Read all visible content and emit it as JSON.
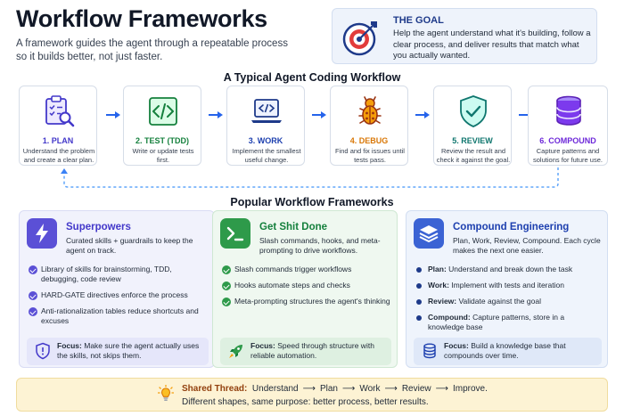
{
  "header": {
    "title": "Workflow Frameworks",
    "subtitle": "A framework guides the agent through a repeatable process so it builds better, not just faster."
  },
  "goal": {
    "icon": "target-icon",
    "title": "THE GOAL",
    "text": "Help the agent understand what it's building, follow a clear process, and deliver results that match what you actually wanted."
  },
  "workflow": {
    "title": "A Typical Agent Coding Workflow",
    "steps": [
      {
        "name": "1. PLAN",
        "desc": "Understand the problem and create a clear plan.",
        "icon": "clipboard-magnifier-icon",
        "color": "#4338ca"
      },
      {
        "name": "2. TEST (TDD)",
        "desc": "Write or update tests first.",
        "icon": "code-tag-icon",
        "color": "#15803d"
      },
      {
        "name": "3. WORK",
        "desc": "Implement the smallest useful change.",
        "icon": "laptop-code-icon",
        "color": "#1e40af"
      },
      {
        "name": "4. DEBUG",
        "desc": "Find and fix issues until tests pass.",
        "icon": "bug-icon",
        "color": "#d97706"
      },
      {
        "name": "5. REVIEW",
        "desc": "Review the result and check it against the goal.",
        "icon": "shield-check-icon",
        "color": "#0f766e"
      },
      {
        "name": "6. COMPOUND",
        "desc": "Capture patterns and solutions for future use.",
        "icon": "database-icon",
        "color": "#6d28d9"
      }
    ]
  },
  "frameworks": {
    "title": "Popular Workflow Frameworks",
    "cards": [
      {
        "title": "Superpowers",
        "subtitle": "Curated skills + guardrails to keep the agent on track.",
        "icon": "lightning-bolt-icon",
        "items": [
          "Library of skills for brainstorming, TDD, debugging, code review",
          "HARD-GATE directives enforce the process",
          "Anti-rationalization tables reduce shortcuts and excuses"
        ],
        "focus_label": "Focus:",
        "focus_text": "Make sure the agent actually uses the skills, not skips them.",
        "focus_icon": "shield-alert-icon",
        "colors": {
          "accent": "#4338ca",
          "bg": "#f1f2fc",
          "border": "#d9dcf4",
          "icon_bg": "#5b50d6",
          "focus_bg": "#e5e6fa",
          "check": "#5b50d6"
        }
      },
      {
        "title": "Get Shit Done",
        "subtitle": "Slash commands, hooks, and meta-prompting to drive workflows.",
        "icon": "terminal-prompt-icon",
        "items": [
          "Slash commands trigger workflows",
          "Hooks automate steps and checks",
          "Meta-prompting structures the agent's thinking"
        ],
        "focus_label": "Focus:",
        "focus_text": "Speed through structure with reliable automation.",
        "focus_icon": "rocket-icon",
        "colors": {
          "accent": "#15803d",
          "bg": "#eff8f0",
          "border": "#cfe8d3",
          "icon_bg": "#2e9a4a",
          "focus_bg": "#def0e1",
          "check": "#2e9a4a"
        }
      },
      {
        "title": "Compound Engineering",
        "subtitle": "Plan, Work, Review, Compound. Each cycle makes the next one easier.",
        "icon": "layers-stack-icon",
        "items": [
          {
            "label": "Plan:",
            "text": "Understand and break down the task"
          },
          {
            "label": "Work:",
            "text": "Implement with tests and iteration"
          },
          {
            "label": "Review:",
            "text": "Validate against the goal"
          },
          {
            "label": "Compound:",
            "text": "Capture patterns, store in a knowledge base"
          }
        ],
        "focus_label": "Focus:",
        "focus_text": "Build a knowledge base that compounds over time.",
        "focus_icon": "database-icon",
        "colors": {
          "accent": "#1e40af",
          "bg": "#eff4fc",
          "border": "#d2def2",
          "icon_bg": "#3b63d4",
          "focus_bg": "#dfe8f8",
          "check": "#1e3a8a"
        }
      }
    ]
  },
  "shared": {
    "icon": "lightbulb-icon",
    "label": "Shared Thread:",
    "flow": [
      "Understand",
      "Plan",
      "Work",
      "Review",
      "Improve."
    ],
    "arrow": "⟶",
    "line2": "Different shapes, same purpose: better process, better results."
  }
}
